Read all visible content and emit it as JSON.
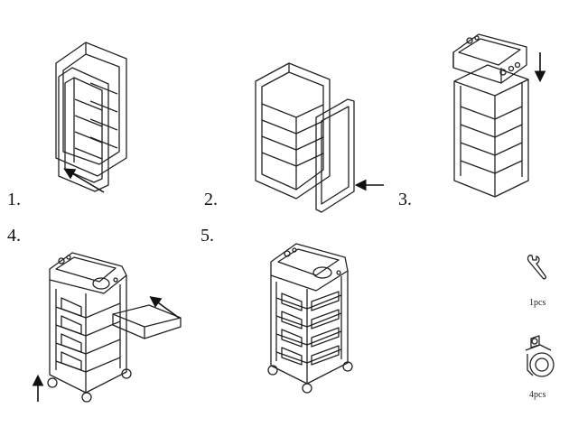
{
  "steps": [
    {
      "label": "1."
    },
    {
      "label": "2."
    },
    {
      "label": "3."
    },
    {
      "label": "4."
    },
    {
      "label": "5."
    }
  ],
  "parts": [
    {
      "name": "wrench-icon",
      "qty": "1pcs"
    },
    {
      "name": "caster-wheel-icon",
      "qty": "4pcs"
    }
  ],
  "colors": {
    "stroke": "#222222",
    "background": "#ffffff"
  }
}
